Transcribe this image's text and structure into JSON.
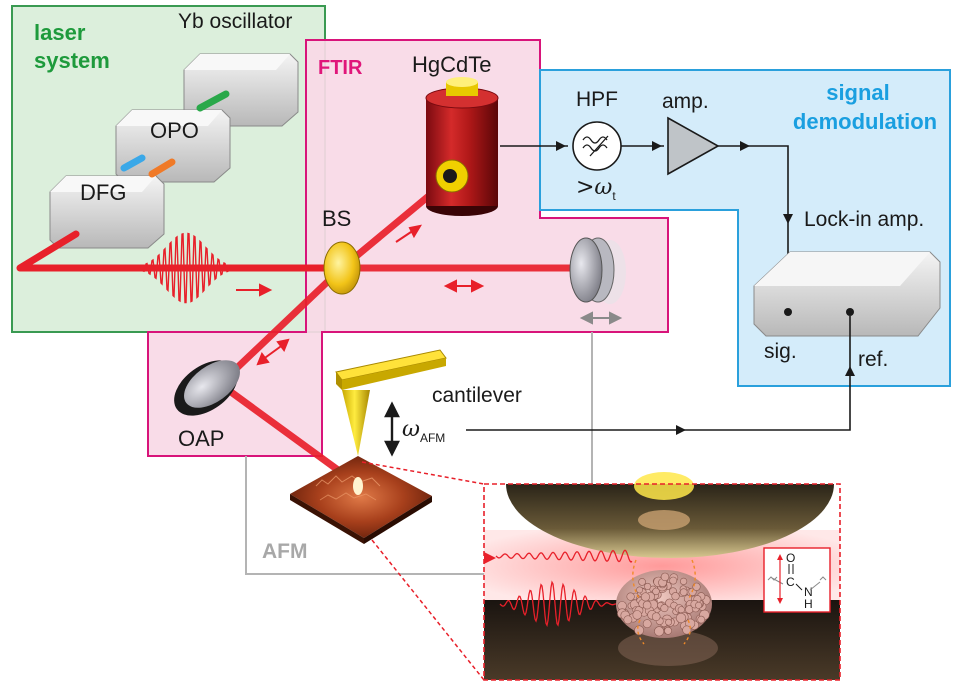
{
  "panels": {
    "laser_system": "laser\nsystem",
    "ftir": "FTIR",
    "signal_demodulation": "signal\ndemodulation",
    "afm": "AFM"
  },
  "components": {
    "yb_oscillator": "Yb oscillator",
    "opo": "OPO",
    "dfg": "DFG",
    "detector": "HgCdTe",
    "beam_splitter": "BS",
    "oap": "OAP",
    "hpf": "HPF",
    "hpf_condition": ">ω",
    "hpf_condition_sub": "t",
    "amplifier": "amp.",
    "lockin": "Lock-in amp.",
    "sig": "sig.",
    "ref": "ref.",
    "cantilever": "cantilever",
    "omega_afm": "ω",
    "omega_afm_sub": "AFM"
  },
  "molecule": {
    "atom_o": "O",
    "atom_c": "C",
    "atom_n": "N",
    "atom_h": "H"
  },
  "colors": {
    "laser_panel": "#dcefdc",
    "laser_border": "#3a9a52",
    "ftir_panel": "#f9d9e6",
    "ftir_border": "#d8147a",
    "demod_panel": "#d4ecfa",
    "demod_border": "#2aa0dc",
    "beam": "#e8202a",
    "afm_gray": "#b4b4b4"
  }
}
